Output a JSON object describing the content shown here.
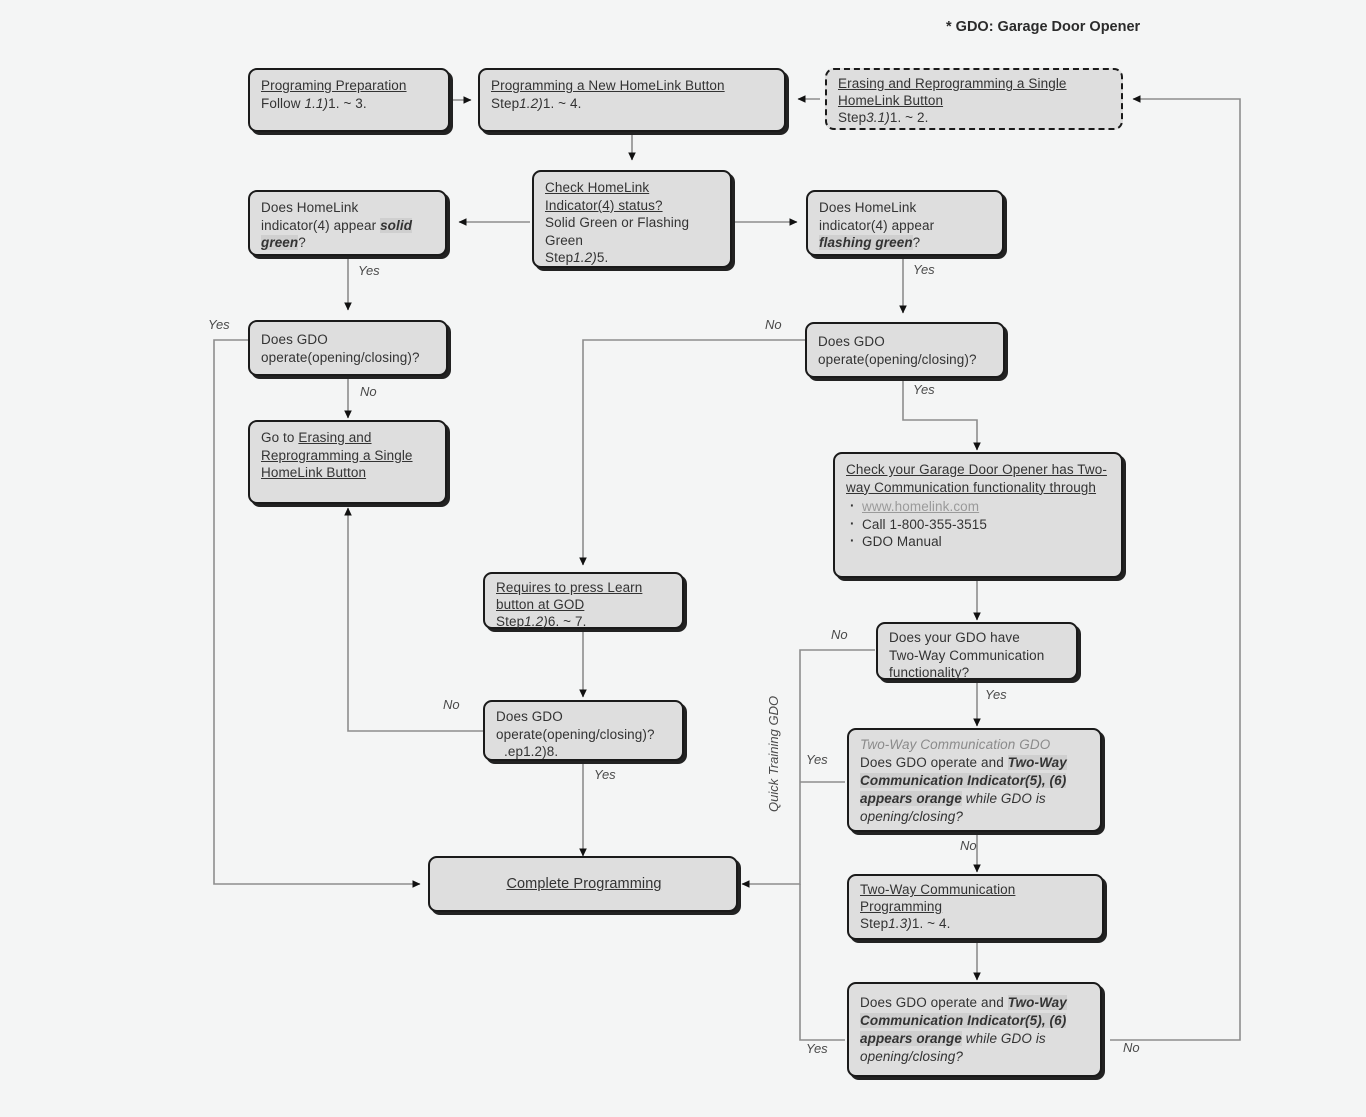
{
  "page": {
    "footnote": "* GDO: Garage Door Opener",
    "background": "#f4f5f5",
    "node_fill": "#dedede",
    "node_stroke": "#1a1a1a",
    "wire_color": "#8d8d8d"
  },
  "nodes": {
    "prep": {
      "title": "Programing Preparation",
      "line2_a": "Follow ",
      "line2_b": "1.1)",
      "line2_c": "1. ~ 3."
    },
    "program_new": {
      "title": "Programming a New HomeLink Button",
      "line2_a": "Step",
      "line2_b": "1.2)",
      "line2_c": "1. ~ 4."
    },
    "erasing": {
      "title": "Erasing and Reprogramming a Single HomeLink Button",
      "line2_a": "Step",
      "line2_b": "3.1)",
      "line2_c": "1. ~ 2."
    },
    "check_status": {
      "title": "Check HomeLink Indicator(4) status?",
      "line2": "Solid Green or Flashing Green",
      "line3_a": "Step",
      "line3_b": "1.2)",
      "line3_c": "5."
    },
    "solid_green": {
      "line1": "Does HomeLink",
      "line2_a": "indicator(4) appear ",
      "line2_b": "solid green",
      "line2_c": "?"
    },
    "flashing_green": {
      "line1": "Does HomeLink",
      "line2": "indicator(4) appear",
      "line3_a": "flashing green",
      "line3_b": "?"
    },
    "gdo_left": {
      "line1": "Does GDO",
      "line2": "operate(opening/closing)?"
    },
    "gdo_right": {
      "line1": "Does GDO",
      "line2": "operate(opening/closing)?"
    },
    "goto_erasing": {
      "prefix": "Go to ",
      "link": "Erasing and Reprogramming a Single HomeLink Button"
    },
    "check_twoway": {
      "title": "Check your Garage Door Opener has Two-way Communication functionality through",
      "bullets": [
        "www.homelink.com",
        "Call 1-800-355-3515",
        "GDO Manual"
      ]
    },
    "learn_button": {
      "title": "Requires to press Learn button at GOD",
      "line2_a": "Step",
      "line2_b": "1.2)",
      "line2_c": "6. ~ 7."
    },
    "gdo_mid": {
      "line1": "Does GDO",
      "line2": "operate(opening/closing)?",
      "line3": ".ep1.2)8."
    },
    "have_twoway": {
      "line1": "Does your GDO have",
      "line2": "Two-Way Communication",
      "line3": "functionality?"
    },
    "twoway_gdo_q": {
      "header": "Two-Way Communication GDO",
      "line1": "Does GDO operate and ",
      "emph": "Two-Way Communication Indicator(5), (6) appears orange",
      "tail": " while GDO is opening/closing?"
    },
    "twoway_prog": {
      "title": "Two-Way Communication Programming",
      "line2_a": "Step",
      "line2_b": "1.3)",
      "line2_c": "1. ~ 4."
    },
    "twoway_final_q": {
      "line1": "Does GDO operate and ",
      "emph": "Two-Way Communication Indicator(5), (6) appears orange",
      "tail": " while GDO is opening/closing?"
    },
    "complete": {
      "title": "Complete Programming"
    }
  },
  "labels": {
    "yes_left_solid": "Yes",
    "yes_right_flashing": "Yes",
    "yes_left_loop": "Yes",
    "no_left_down": "No",
    "no_right_gdo": "No",
    "yes_right_gdo": "Yes",
    "no_mid_gdo": "No",
    "yes_mid_gdo": "Yes",
    "no_have_twoway": "No",
    "yes_have_twoway": "Yes",
    "yes_twoway_q": "Yes",
    "no_twoway_q": "No",
    "yes_final": "Yes",
    "no_final": "No",
    "quick_training": "Quick Training GDO"
  }
}
